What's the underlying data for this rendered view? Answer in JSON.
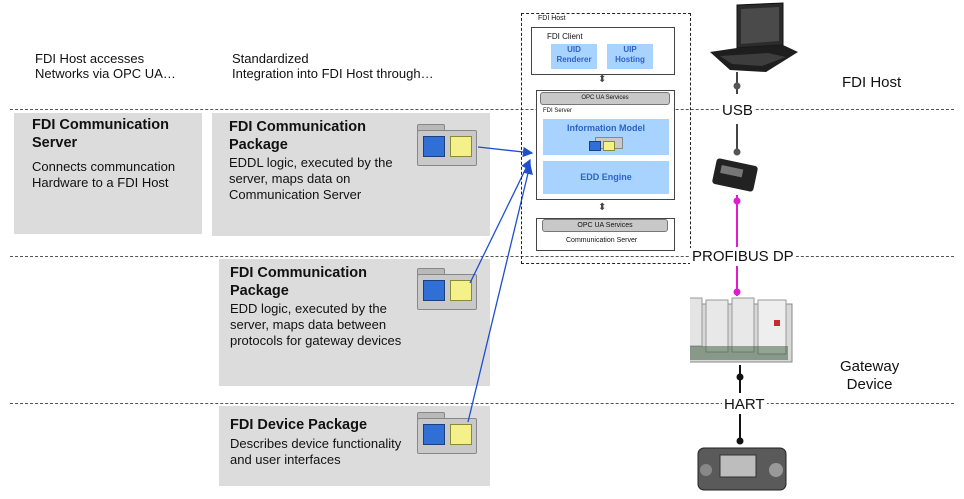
{
  "intro": {
    "left": [
      "FDI Host accesses",
      "Networks via OPC UA…"
    ],
    "right": [
      "Standardized",
      "Integration into FDI Host through…"
    ]
  },
  "sections": {
    "comm_server": {
      "title": [
        "FDI Communication",
        "Server"
      ],
      "desc": [
        "Connects communcation",
        "Hardware to a FDI Host"
      ]
    },
    "comm_package_1": {
      "title": [
        "FDI Communication",
        "Package"
      ],
      "desc": [
        "EDDL logic, executed by the",
        "server, maps data on",
        "Communication Server"
      ]
    },
    "comm_package_2": {
      "title": [
        "FDI Communication",
        "Package"
      ],
      "desc": [
        "EDD logic, executed by the",
        "server,  maps data between",
        "protocols for gateway devices"
      ]
    },
    "device_package": {
      "title": [
        "FDI Device Package"
      ],
      "desc": [
        "Describes device functionality",
        "and user interfaces"
      ]
    }
  },
  "host_diagram": {
    "host": "FDI Host",
    "client": "FDI Client",
    "uid": [
      "UID",
      "Renderer"
    ],
    "uip": [
      "UIP",
      "Hosting"
    ],
    "opc_top": "OPC UA Services",
    "server": "FDI Server",
    "info_model": "Information Model",
    "edd_engine": "EDD Engine",
    "opc_bottom": "OPC UA Services",
    "comm_server": "Communication Server"
  },
  "right": {
    "fdi_host": "FDI Host",
    "usb": "USB",
    "profibus": "PROFIBUS DP",
    "gateway": [
      "Gateway",
      "Device"
    ],
    "hart": "HART"
  },
  "colors": {
    "arrow": "#1f4fcf",
    "profibus": "#e01ccf",
    "panel": "#dcdcdc",
    "blue_box": "#a9d3ff"
  }
}
